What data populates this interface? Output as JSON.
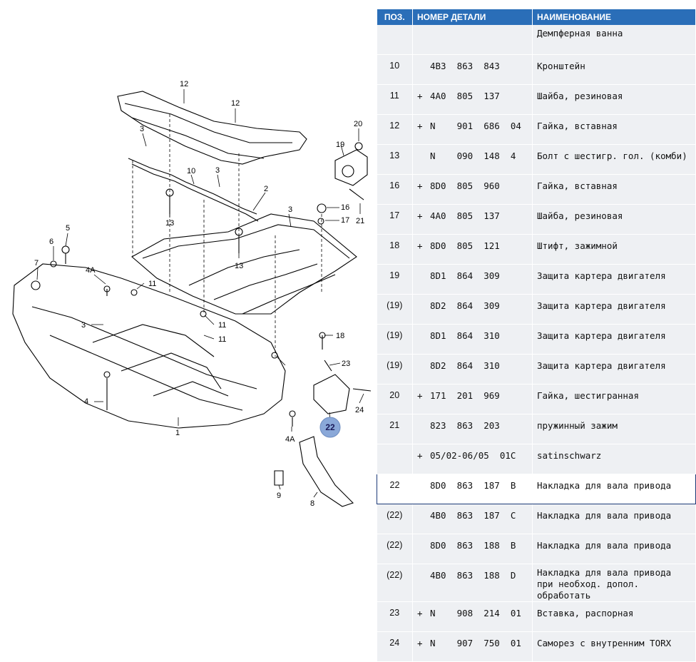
{
  "table": {
    "headers": {
      "pos": "ПОЗ.",
      "number": "НОМЕР ДЕТАЛИ",
      "name": "НАИМЕНОВАНИЕ"
    },
    "rows": [
      {
        "pos": "",
        "plus": "",
        "number": "",
        "name": "Демпферная ванна"
      },
      {
        "pos": "10",
        "plus": "",
        "number": "4B3  863  843",
        "name": "Кронштейн"
      },
      {
        "pos": "11",
        "plus": "+",
        "number": "4A0  805  137",
        "name": "Шайба, резиновая"
      },
      {
        "pos": "12",
        "plus": "+",
        "number": "N    901  686  04",
        "name": "Гайка, вставная"
      },
      {
        "pos": "13",
        "plus": "",
        "number": "N    090  148  4",
        "name": "Болт с шестигр. гол. (комби)"
      },
      {
        "pos": "16",
        "plus": "+",
        "number": "8D0  805  960",
        "name": "Гайка, вставная"
      },
      {
        "pos": "17",
        "plus": "+",
        "number": "4A0  805  137",
        "name": "Шайба, резиновая"
      },
      {
        "pos": "18",
        "plus": "+",
        "number": "8D0  805  121",
        "name": "Штифт, зажимной"
      },
      {
        "pos": "19",
        "plus": "",
        "number": "8D1  864  309",
        "name": "Защита картера двигателя"
      },
      {
        "pos": "(19)",
        "plus": "",
        "number": "8D2  864  309",
        "name": "Защита картера двигателя"
      },
      {
        "pos": "(19)",
        "plus": "",
        "number": "8D1  864  310",
        "name": "Защита картера двигателя"
      },
      {
        "pos": "(19)",
        "plus": "",
        "number": "8D2  864  310",
        "name": "Защита картера двигателя"
      },
      {
        "pos": "20",
        "plus": "+",
        "number": "171  201  969",
        "name": "Гайка, шестигранная"
      },
      {
        "pos": "21",
        "plus": "",
        "number": "823  863  203",
        "name": "пружинный зажим"
      },
      {
        "pos": "",
        "plus": "+",
        "number": "05/02-06/05  01C",
        "name": "satinschwarz"
      },
      {
        "pos": "22",
        "plus": "",
        "number": "8D0  863  187  B",
        "name": "Накладка для вала привода"
      },
      {
        "pos": "(22)",
        "plus": "",
        "number": "4B0  863  187  C",
        "name": "Накладка для вала привода"
      },
      {
        "pos": "(22)",
        "plus": "",
        "number": "8D0  863  188  B",
        "name": "Накладка для вала привода"
      },
      {
        "pos": "(22)",
        "plus": "",
        "number": "4B0  863  188  D",
        "name": "Накладка для вала привода\nпри необход. допол. обработать"
      },
      {
        "pos": "23",
        "plus": "+",
        "number": "N    908  214  01",
        "name": "Вставка, распорная"
      },
      {
        "pos": "24",
        "plus": "+",
        "number": "N    907  750  01",
        "name": "Саморез с внутренним TORX"
      }
    ]
  },
  "diagram": {
    "callouts": [
      "12",
      "12",
      "3",
      "10",
      "3",
      "2",
      "3",
      "20",
      "19",
      "16",
      "17",
      "21",
      "5",
      "6",
      "7",
      "4A",
      "11",
      "13",
      "13",
      "3",
      "11",
      "11",
      "18",
      "23",
      "24",
      "4",
      "1",
      "4A",
      "9",
      "8"
    ],
    "selected_callout": "22"
  },
  "colors": {
    "header_bg": "#2a6eb8",
    "row_bg": "#eef0f3",
    "selected_border": "#1c3a78",
    "callout_highlight": "#8aa8d8"
  }
}
